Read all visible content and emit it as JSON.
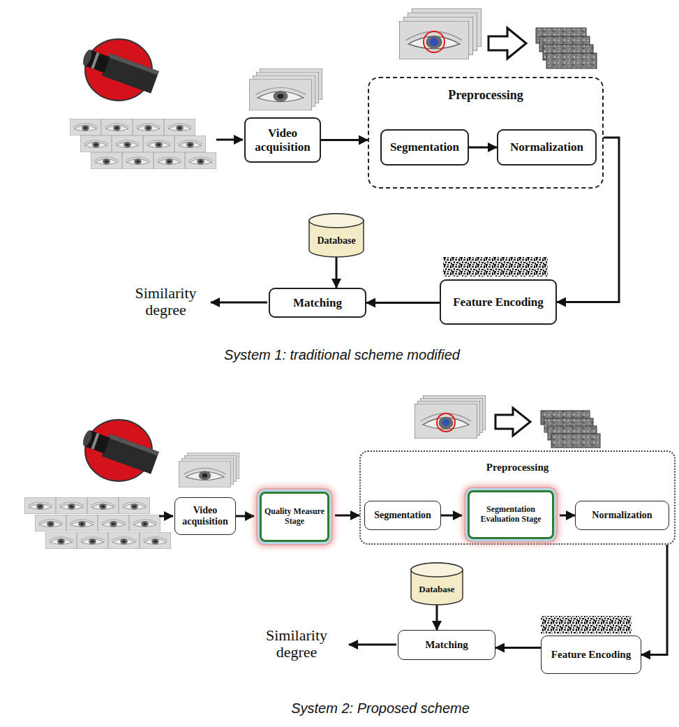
{
  "diagram": {
    "nodes": [
      {
        "text": [
          "Video acquisition"
        ]
      },
      {
        "text": [
          "Preprocessing"
        ]
      },
      {
        "text": [
          "Segmentation"
        ],
        "in": 1
      },
      {
        "text": [
          "Normalization"
        ],
        "in": 1
      },
      {
        "text": [
          "Database"
        ]
      },
      {
        "text": [
          "Matching"
        ]
      },
      {
        "text": [
          "Feature Encoding"
        ]
      },
      {
        "text": [
          "Video acquisition"
        ]
      },
      {
        "text": [
          "Quality Measure Stage"
        ]
      },
      {
        "text": [
          "Preprocessing"
        ]
      },
      {
        "text": [
          "Segmentation"
        ],
        "in": 9
      },
      {
        "text": [
          "Segmentation Evaluation Stage"
        ],
        "in": 9
      },
      {
        "text": [
          "Normalization"
        ],
        "in": 9
      },
      {
        "text": [
          "Database"
        ]
      },
      {
        "text": [
          "Matching"
        ]
      },
      {
        "text": [
          "Feature Encoding"
        ]
      }
    ],
    "edges": [
      {
        "from": 0,
        "to": 1,
        "arrow": "to"
      },
      {
        "from": 2,
        "to": 3,
        "arrow": "to"
      },
      {
        "from": 1,
        "to": 6,
        "arrow": "to"
      },
      {
        "from": 6,
        "to": 5,
        "arrow": "to"
      },
      {
        "from": 4,
        "to": 5,
        "arrow": "to"
      },
      {
        "from": 7,
        "to": 8,
        "arrow": "to"
      },
      {
        "from": 8,
        "to": 9,
        "arrow": "to"
      },
      {
        "from": 10,
        "to": 11,
        "arrow": "to"
      },
      {
        "from": 11,
        "to": 12,
        "arrow": "to"
      },
      {
        "from": 9,
        "to": 15,
        "arrow": "to"
      },
      {
        "from": 15,
        "to": 14,
        "arrow": "to"
      },
      {
        "from": 13,
        "to": 14,
        "arrow": "to"
      }
    ],
    "labels": [
      "Similarity degree",
      "System 1: traditional scheme modified",
      "Similarity degree",
      "System 2: Proposed scheme"
    ]
  }
}
